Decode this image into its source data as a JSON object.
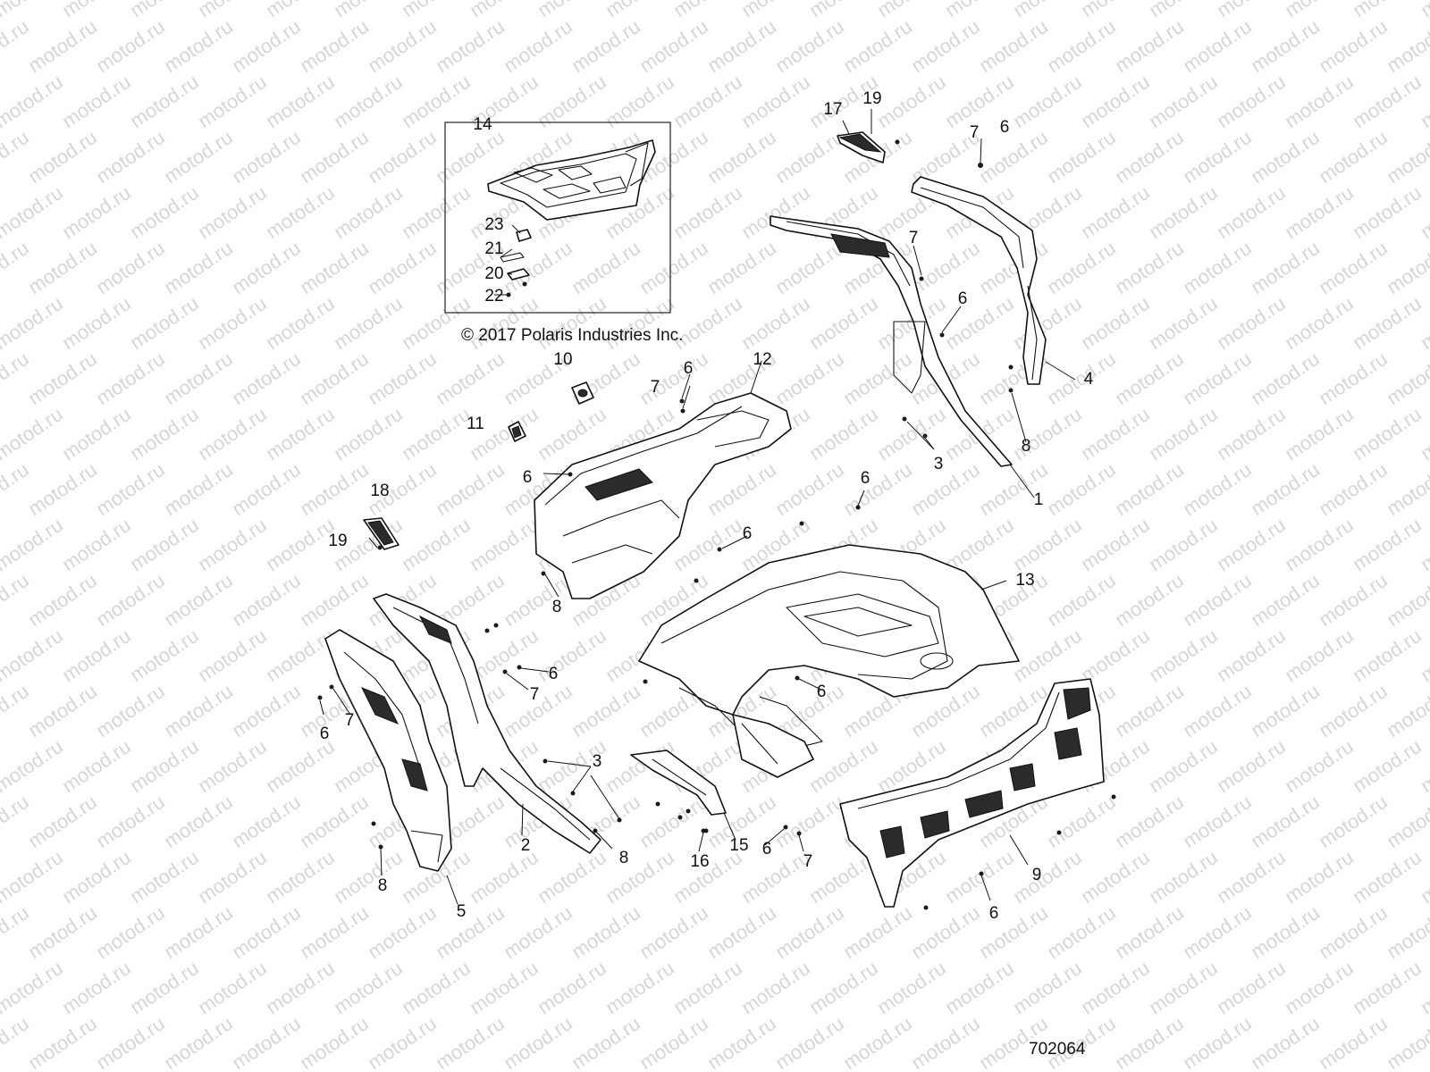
{
  "watermark": "motod.ru",
  "copyright": "© 2017 Polaris Industries Inc.",
  "diagram_number": "702064",
  "inset_label": "14",
  "callouts": [
    {
      "id": "c14",
      "label": "14"
    },
    {
      "id": "c23",
      "label": "23"
    },
    {
      "id": "c21",
      "label": "21"
    },
    {
      "id": "c20",
      "label": "20"
    },
    {
      "id": "c22",
      "label": "22"
    },
    {
      "id": "c17",
      "label": "17"
    },
    {
      "id": "c19a",
      "label": "19"
    },
    {
      "id": "c7a",
      "label": "7"
    },
    {
      "id": "c6a",
      "label": "6"
    },
    {
      "id": "c7b",
      "label": "7"
    },
    {
      "id": "c6b",
      "label": "6"
    },
    {
      "id": "c4",
      "label": "4"
    },
    {
      "id": "c8a",
      "label": "8"
    },
    {
      "id": "c3a",
      "label": "3"
    },
    {
      "id": "c1",
      "label": "1"
    },
    {
      "id": "c10",
      "label": "10"
    },
    {
      "id": "c7c",
      "label": "7"
    },
    {
      "id": "c6c",
      "label": "6"
    },
    {
      "id": "c12",
      "label": "12"
    },
    {
      "id": "c11",
      "label": "11"
    },
    {
      "id": "c6d",
      "label": "6"
    },
    {
      "id": "c6e",
      "label": "6"
    },
    {
      "id": "c18",
      "label": "18"
    },
    {
      "id": "c19b",
      "label": "19"
    },
    {
      "id": "c6f",
      "label": "6"
    },
    {
      "id": "c8b",
      "label": "8"
    },
    {
      "id": "c13",
      "label": "13"
    },
    {
      "id": "c6g",
      "label": "6"
    },
    {
      "id": "c7d",
      "label": "7"
    },
    {
      "id": "c6h",
      "label": "6"
    },
    {
      "id": "c7e",
      "label": "7"
    },
    {
      "id": "c6i",
      "label": "6"
    },
    {
      "id": "c3b",
      "label": "3"
    },
    {
      "id": "c2",
      "label": "2"
    },
    {
      "id": "c8c",
      "label": "8"
    },
    {
      "id": "c8d",
      "label": "8"
    },
    {
      "id": "c5",
      "label": "5"
    },
    {
      "id": "c16",
      "label": "16"
    },
    {
      "id": "c15",
      "label": "15"
    },
    {
      "id": "c6j",
      "label": "6"
    },
    {
      "id": "c7f",
      "label": "7"
    },
    {
      "id": "c9",
      "label": "9"
    },
    {
      "id": "c6k",
      "label": "6"
    }
  ]
}
